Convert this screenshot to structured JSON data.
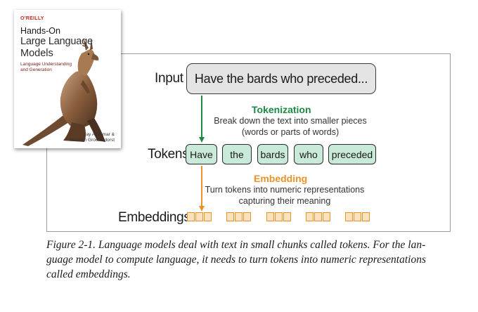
{
  "book": {
    "publisher": "O'REILLY",
    "title_line1": "Hands-On",
    "title_line2": "Large Language",
    "title_line3": "Models",
    "subtitle_line1": "Language Understanding",
    "subtitle_line2": "and Generation",
    "author_line1": "Jay Alammar &",
    "author_line2": "Maarten Grootendorst"
  },
  "diagram": {
    "input_label": "Input",
    "input_text": "Have the bards who preceded...",
    "tokenization": {
      "title": "Tokenization",
      "desc_line1": "Break down the text into smaller pieces",
      "desc_line2": "(words or parts of words)"
    },
    "tokens_label": "Tokens",
    "tokens": [
      "Have",
      "the",
      "bards",
      "who",
      "preceded"
    ],
    "embedding": {
      "title": "Embedding",
      "desc_line1": "Turn tokens into numeric representations",
      "desc_line2": "capturing their meaning"
    },
    "embeddings_label": "Embeddings",
    "embedding_groups": 5,
    "cells_per_group": 3
  },
  "colors": {
    "tokenization": "#1d8a44",
    "embedding": "#e8942a",
    "token_fill": "#c9ead9",
    "input_fill": "#e4e4e4"
  },
  "caption": {
    "line1": "Figure 2-1. Language models deal with text in small chunks called tokens. For the lan-",
    "line2": "guage model to compute language, it needs to turn tokens into numeric representations",
    "line3": "called embeddings."
  }
}
